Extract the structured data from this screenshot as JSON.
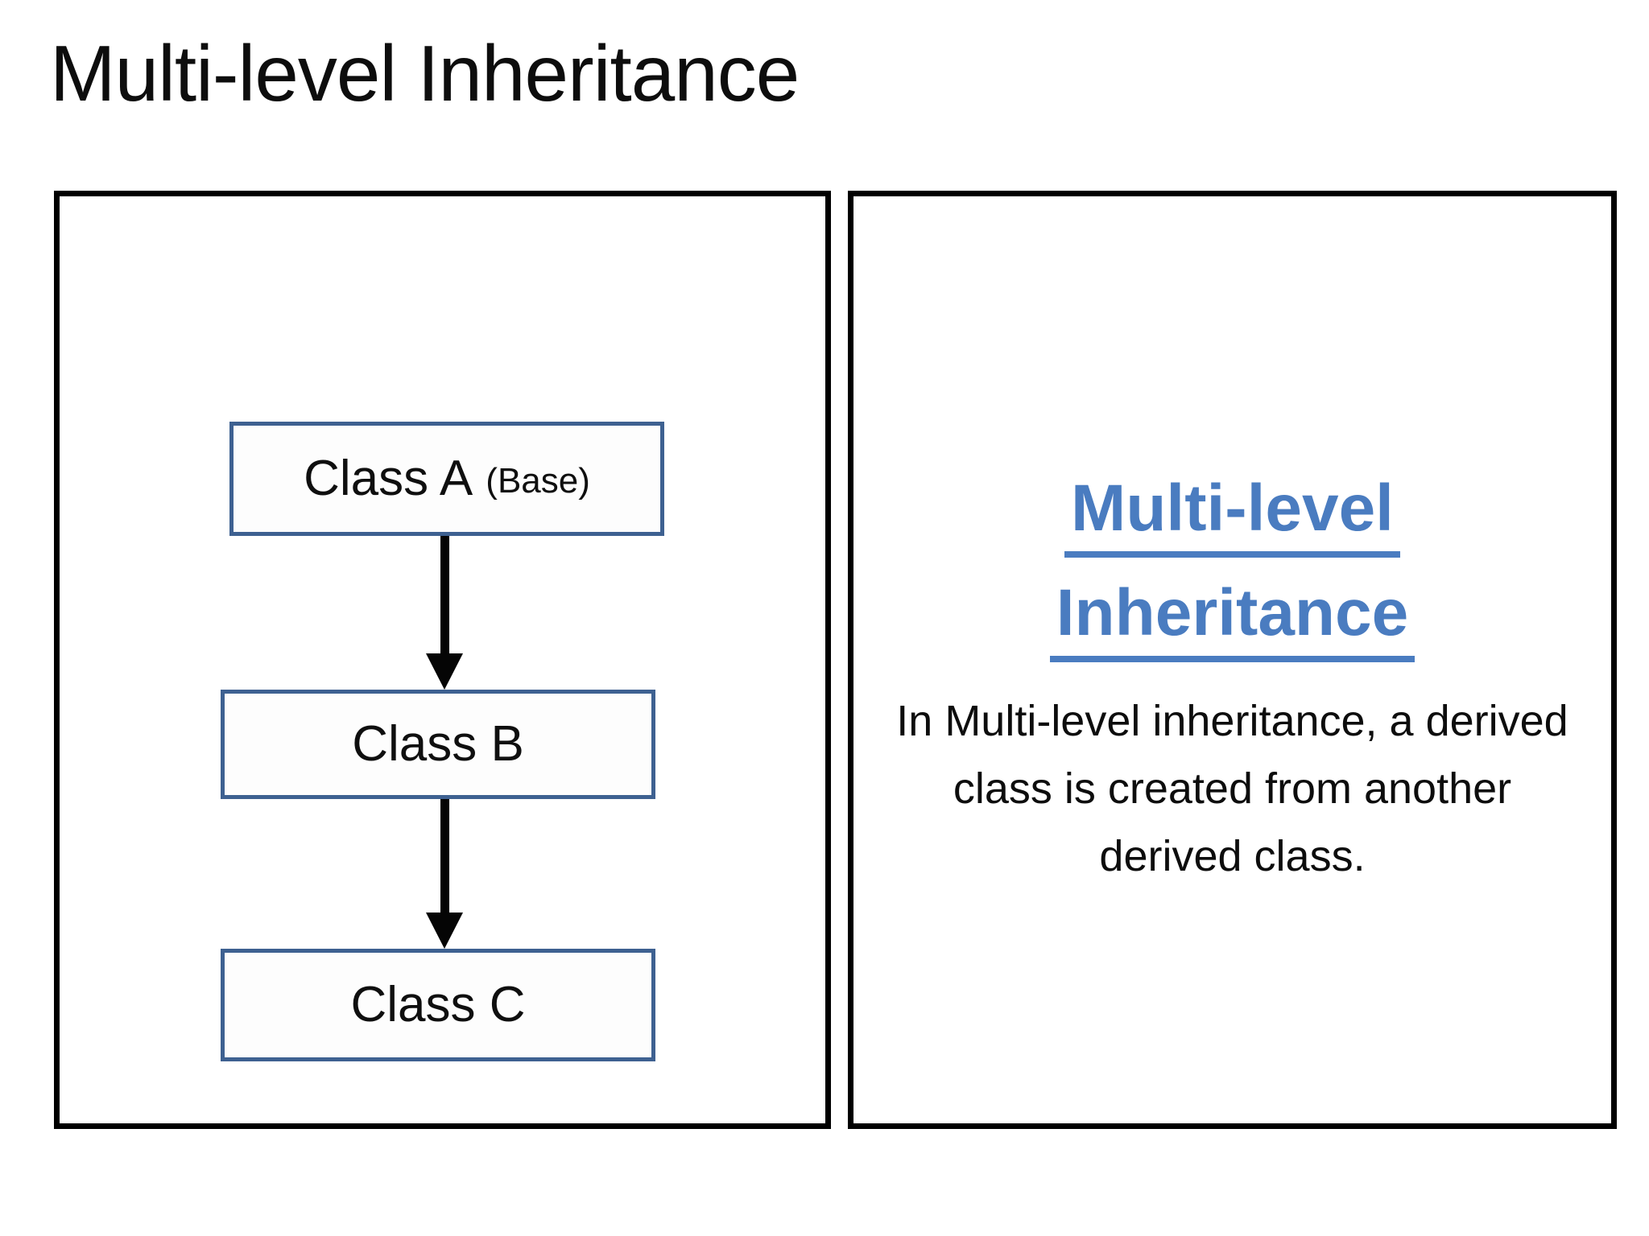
{
  "slide": {
    "title": "Multi-level Inheritance"
  },
  "colors": {
    "accent_blue_heading": "#4a7cc0",
    "class_box_border_blue": "#3e6191",
    "panel_border_black": "#000000",
    "text_black": "#0d0d0d",
    "background_white": "#ffffff"
  },
  "icons": {
    "connector_arrow": "↓"
  },
  "diagram_panel": {
    "boxes": [
      {
        "label": "Class A",
        "suffix": "(Base)"
      },
      {
        "label": "Class B",
        "suffix": ""
      },
      {
        "label": "Class C",
        "suffix": ""
      }
    ]
  },
  "info_panel": {
    "heading_line1": "Multi-level",
    "heading_line2": "Inheritance",
    "body": "In Multi-level inheritance, a derived class is created from another derived class."
  }
}
